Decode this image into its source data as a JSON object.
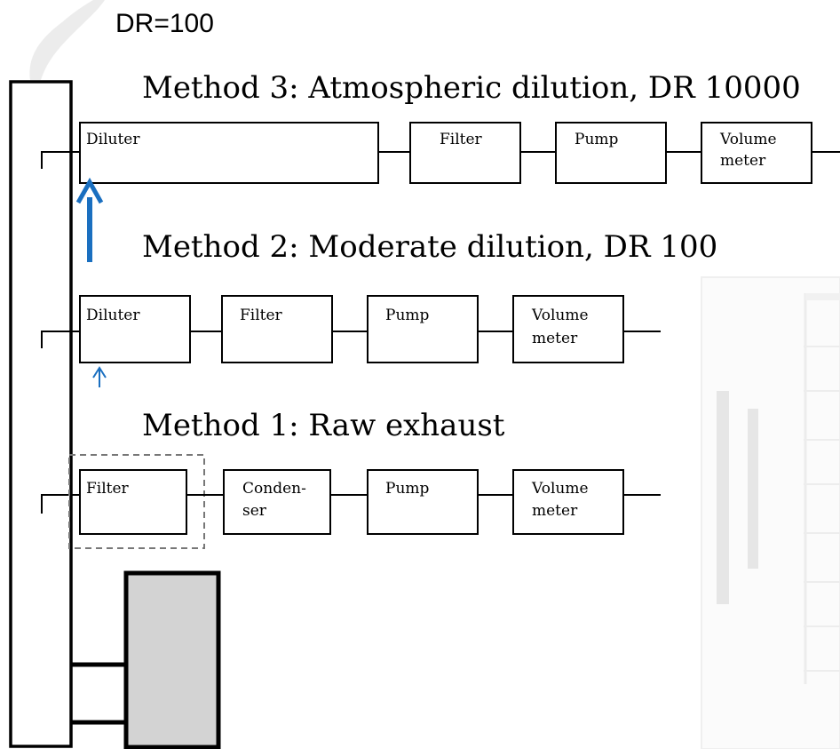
{
  "header": {
    "dr_label": "DR=100"
  },
  "methods": {
    "m3": {
      "title": "Method 3: Atmospheric dilution, DR 10000",
      "boxes": {
        "diluter": "Diluter",
        "filter": "Filter",
        "pump": "Pump",
        "volume1": "Volume",
        "volume2": "meter"
      }
    },
    "m2": {
      "title": "Method 2: Moderate dilution, DR 100",
      "boxes": {
        "diluter": "Diluter",
        "filter": "Filter",
        "pump": "Pump",
        "volume1": "Volume",
        "volume2": "meter"
      }
    },
    "m1": {
      "title": "Method 1: Raw exhaust",
      "boxes": {
        "filter": "Filter",
        "condenser1": "Conden-",
        "condenser2": "ser",
        "pump": "Pump",
        "volume1": "Volume",
        "volume2": "meter"
      }
    }
  },
  "colors": {
    "arrow": "#1a6fc0",
    "engine": "#d3d3d3",
    "dashed": "#777777"
  }
}
